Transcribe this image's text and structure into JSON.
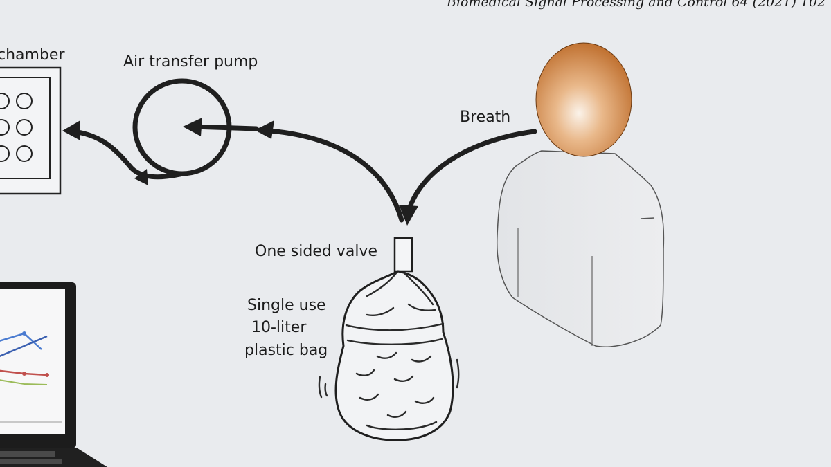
{
  "header": {
    "journal_line": "Biomedical Signal Processing and Control 64 (2021) 102"
  },
  "labels": {
    "chamber": "chamber",
    "pump": "Air transfer pump",
    "breath": "Breath",
    "valve": "One sided valve",
    "bag_line1": "Single use",
    "bag_line2": "10-liter",
    "bag_line3": "plastic bag"
  },
  "colors": {
    "background": "#e9ebee",
    "head": "#c9732e",
    "ink": "#1f1f1f"
  },
  "icons": {
    "person": "person-silhouette",
    "bag": "plastic-bag",
    "laptop": "laptop-with-line-chart",
    "pump": "circular-pump",
    "chamber": "sensor-chamber-grid"
  }
}
